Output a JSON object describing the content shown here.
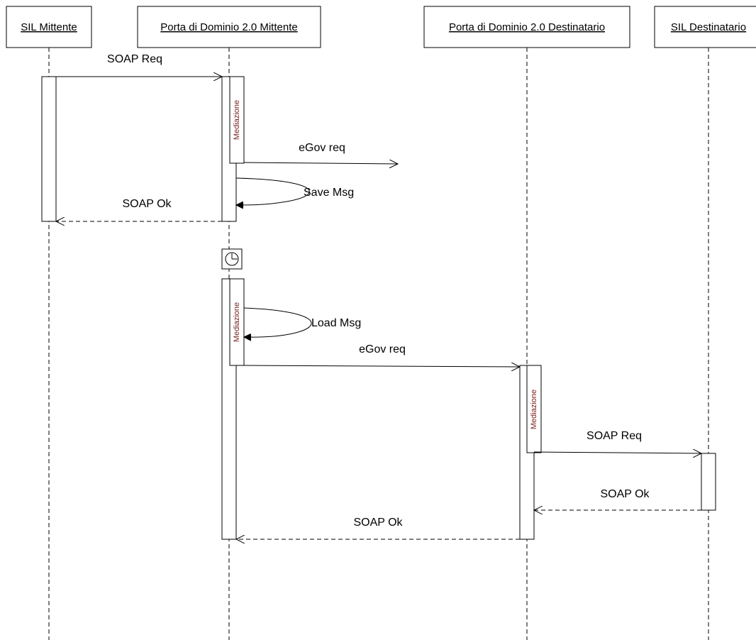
{
  "actors": [
    {
      "id": "sil-mittente",
      "label": "SIL Mittente"
    },
    {
      "id": "pdd-mittente",
      "label": "Porta di Dominio 2.0 Mittente"
    },
    {
      "id": "pdd-destinatario",
      "label": "Porta di Dominio 2.0 Destinatario"
    },
    {
      "id": "sil-destinatario",
      "label": "SIL Destinatario"
    }
  ],
  "messages": {
    "soap_req_1": "SOAP Req",
    "egov_req_1": "eGov req",
    "save_msg": "Save Msg",
    "soap_ok_1": "SOAP Ok",
    "load_msg": "Load Msg",
    "egov_req_2": "eGov req",
    "soap_req_2": "SOAP Req",
    "soap_ok_2": "SOAP Ok",
    "soap_ok_3": "SOAP Ok"
  },
  "activations": {
    "mediazione_1": "Mediazione",
    "mediazione_2": "Mediazione",
    "mediazione_3": "Mediazione"
  },
  "timer": {
    "icon": "clock-icon"
  }
}
